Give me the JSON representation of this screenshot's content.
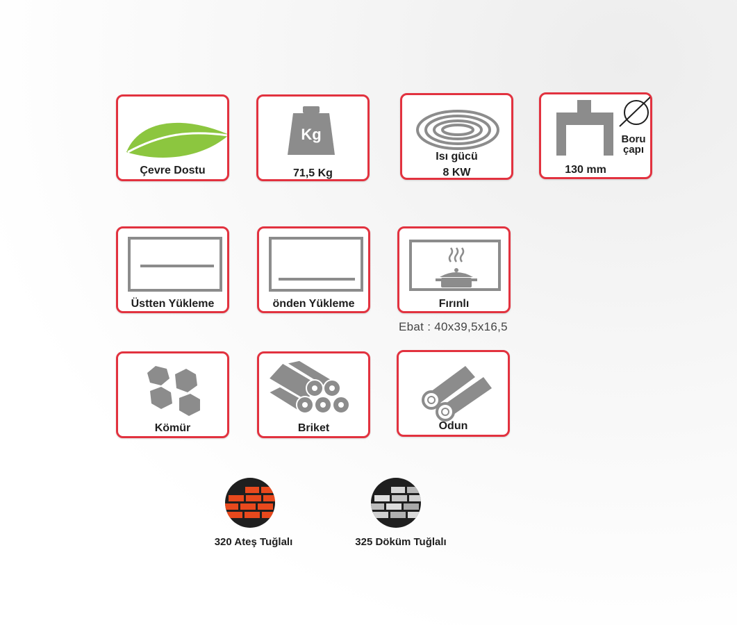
{
  "features": {
    "eco": {
      "label": "Çevre Dostu"
    },
    "weight": {
      "icon_text": "Kg",
      "label": "71,5 Kg"
    },
    "heat": {
      "label": "Isı gücü",
      "value": "8 KW"
    },
    "pipe": {
      "label_line1": "Boru",
      "label_line2": "çapı",
      "value": "130 mm"
    }
  },
  "loading": {
    "top": {
      "label": "Üstten Yükleme"
    },
    "front": {
      "label": "önden Yükleme"
    },
    "oven": {
      "label": "Fırınlı",
      "dimensions": "Ebat : 40x39,5x16,5"
    }
  },
  "fuels": {
    "coal": {
      "label": "Kömür"
    },
    "briquette": {
      "label": "Briket"
    },
    "wood": {
      "label": "Odun"
    }
  },
  "bricks": {
    "fire": {
      "label": "320 Ateş Tuğlalı"
    },
    "cast": {
      "label": "325 Döküm Tuğlalı"
    }
  },
  "colors": {
    "border": "#e2323f",
    "icon_gray": "#8c8c8c",
    "leaf_green": "#8cc63f",
    "fire_brick": "#e8491d",
    "cast_brick": "#c9c9c9"
  }
}
